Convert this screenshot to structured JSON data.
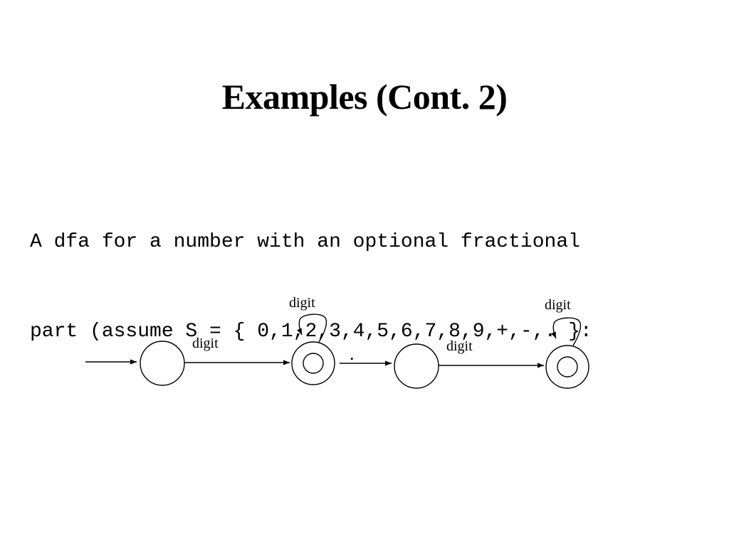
{
  "slide": {
    "title": "Examples (Cont. 2)",
    "body_lines": [
      "A dfa for a number with an optional fractional",
      "part (assume S = { 0,1,2,3,4,5,6,7,8,9,+,-,. }:"
    ]
  },
  "diagram": {
    "states": [
      {
        "id": "q0",
        "accepting": false,
        "start": true
      },
      {
        "id": "q1",
        "accepting": true,
        "start": false
      },
      {
        "id": "q2",
        "accepting": false,
        "start": false
      },
      {
        "id": "q3",
        "accepting": true,
        "start": false
      }
    ],
    "transitions": [
      {
        "from": "q0",
        "to": "q1",
        "label": "digit"
      },
      {
        "from": "q1",
        "to": "q1",
        "label": "digit"
      },
      {
        "from": "q1",
        "to": "q2",
        "label": "."
      },
      {
        "from": "q2",
        "to": "q3",
        "label": "digit"
      },
      {
        "from": "q3",
        "to": "q3",
        "label": "digit"
      }
    ]
  }
}
